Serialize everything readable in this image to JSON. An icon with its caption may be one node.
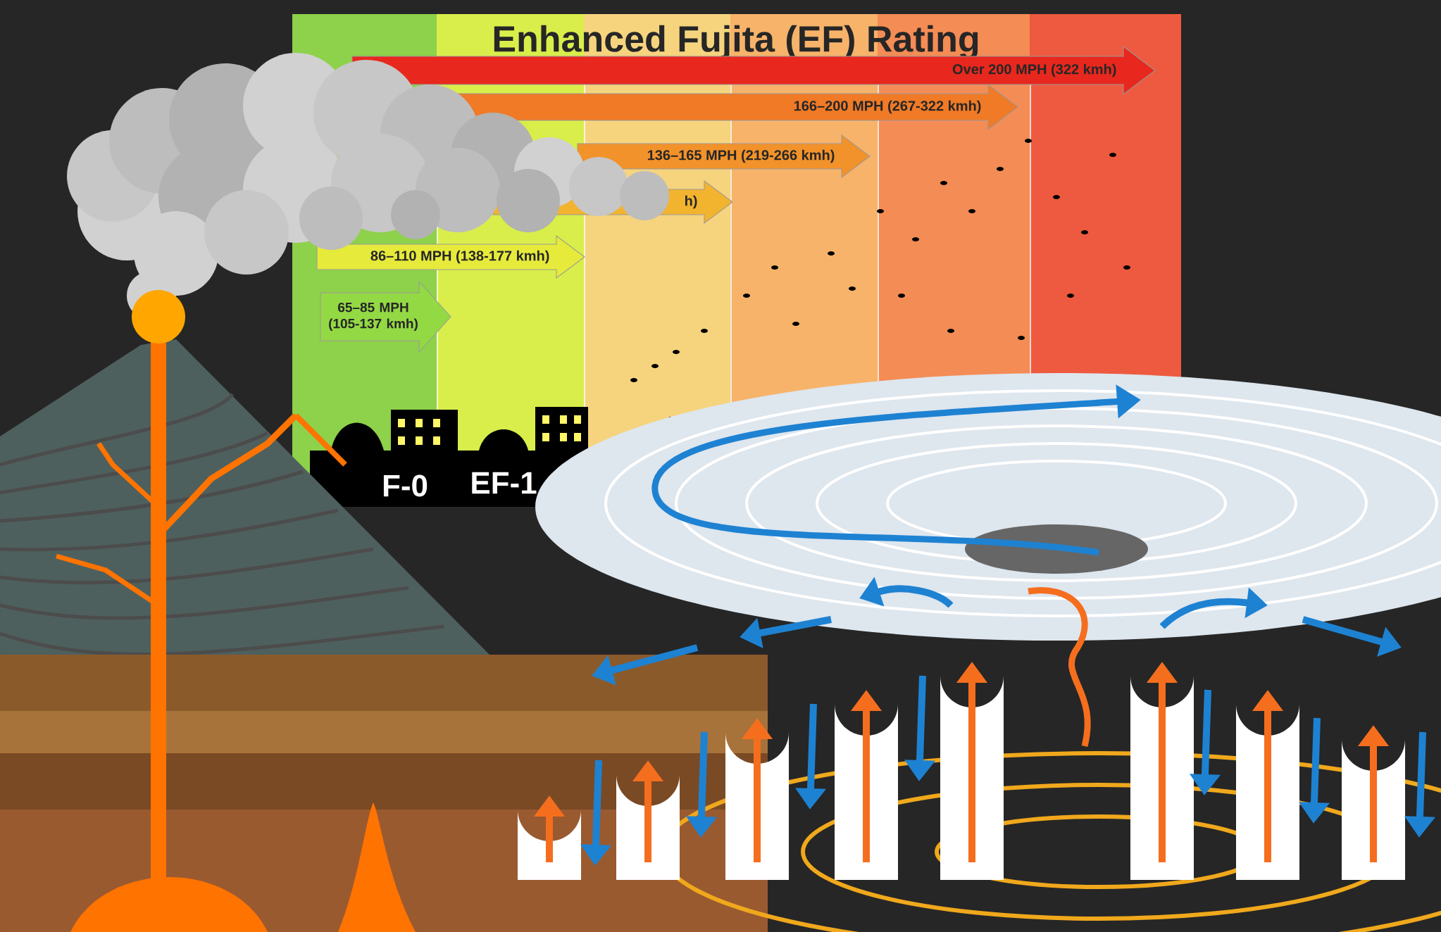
{
  "diagram": {
    "labels": [
      "Enhanced Fujita (EF) Rating",
      "Over 200 MPH (322 kmh)",
      "166–200 MPH (267-322 kmh)",
      "136–165 MPH (219-266 kmh)",
      "h)",
      "86–110 MPH (138-177 kmh)",
      "65–85 MPH (105-137 kmh)",
      "F-0",
      "EF-1"
    ]
  }
}
